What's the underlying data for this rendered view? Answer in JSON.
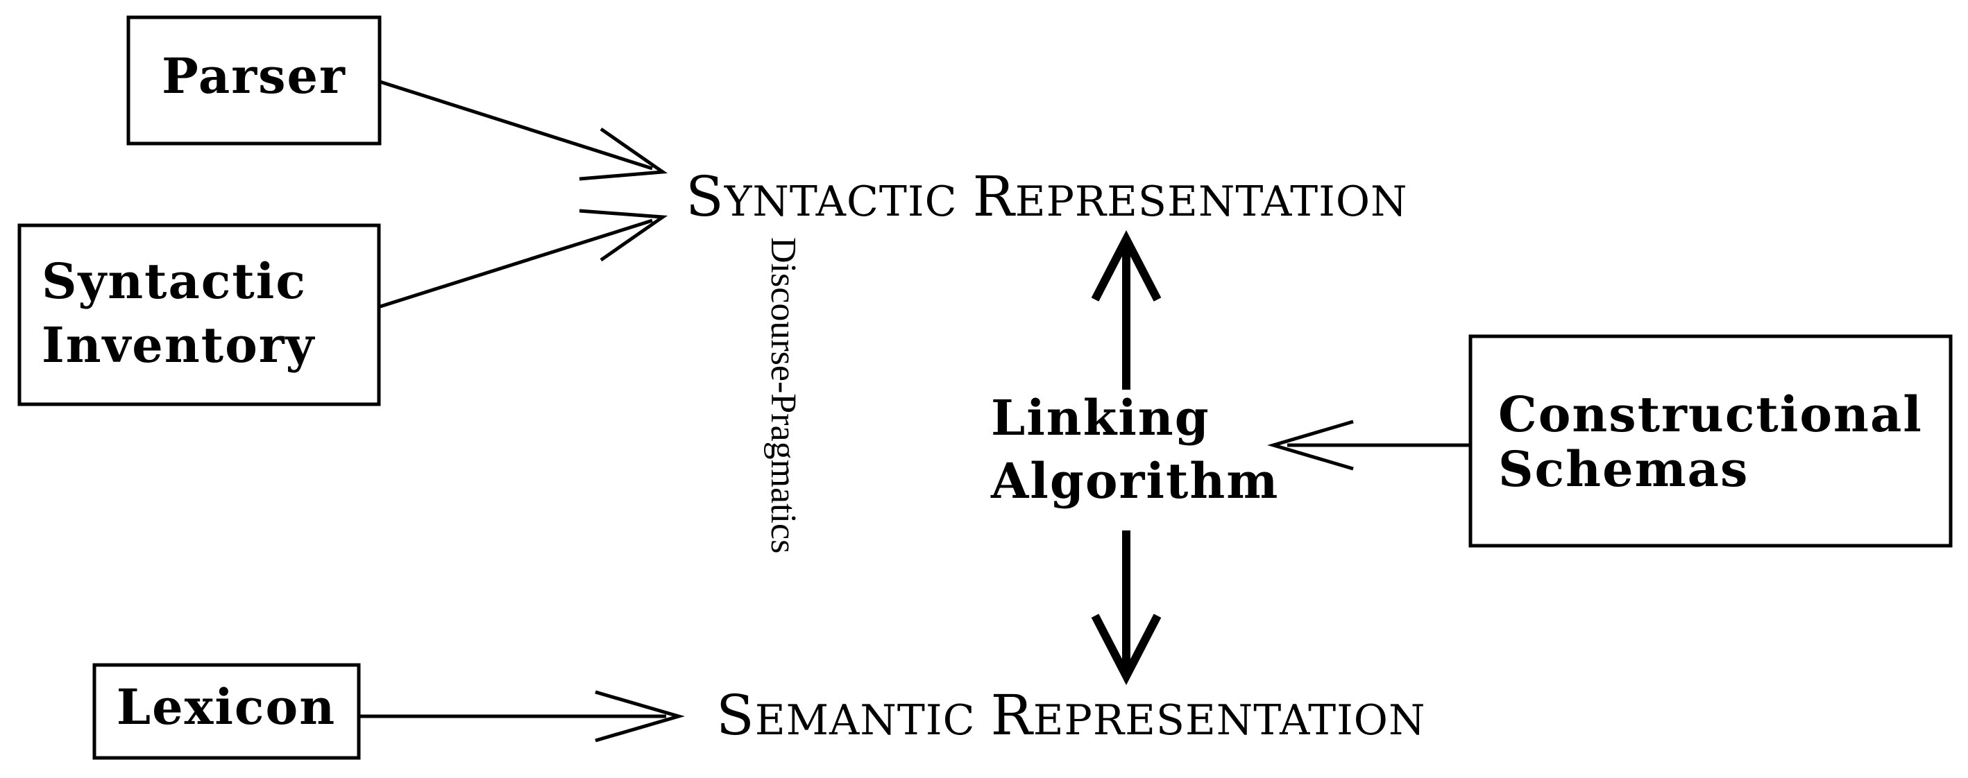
{
  "nodes": {
    "parser": {
      "label": "Parser"
    },
    "syntactic_inventory": {
      "label_line1": "Syntactic",
      "label_line2": "Inventory"
    },
    "lexicon": {
      "label": "Lexicon"
    },
    "constructional_schemas": {
      "label_line1": "Constructional",
      "label_line2": "Schemas"
    },
    "linking_algorithm": {
      "label_line1": "Linking",
      "label_line2": "Algorithm"
    },
    "syntactic_representation": {
      "word1_initial": "S",
      "word1_rest": "YNTACTIC",
      "word2_initial": "R",
      "word2_rest": "EPRESENTATION"
    },
    "semantic_representation": {
      "word1_initial": "S",
      "word1_rest": "EMANTIC",
      "word2_initial": "R",
      "word2_rest": "EPRESENTATION"
    },
    "discourse_pragmatics": {
      "label": "Discourse-Pragmatics"
    }
  },
  "edges": [
    {
      "from": "Parser",
      "to": "Syntactic Representation",
      "style": "open-arrow"
    },
    {
      "from": "Syntactic Inventory",
      "to": "Syntactic Representation",
      "style": "open-arrow"
    },
    {
      "from": "Lexicon",
      "to": "Semantic Representation",
      "style": "open-arrow"
    },
    {
      "from": "Constructional Schemas",
      "to": "Linking Algorithm",
      "style": "open-arrow"
    },
    {
      "from": "Linking Algorithm",
      "to": "Syntactic Representation",
      "style": "thick-arrow"
    },
    {
      "from": "Linking Algorithm",
      "to": "Semantic Representation",
      "style": "thick-arrow"
    }
  ]
}
